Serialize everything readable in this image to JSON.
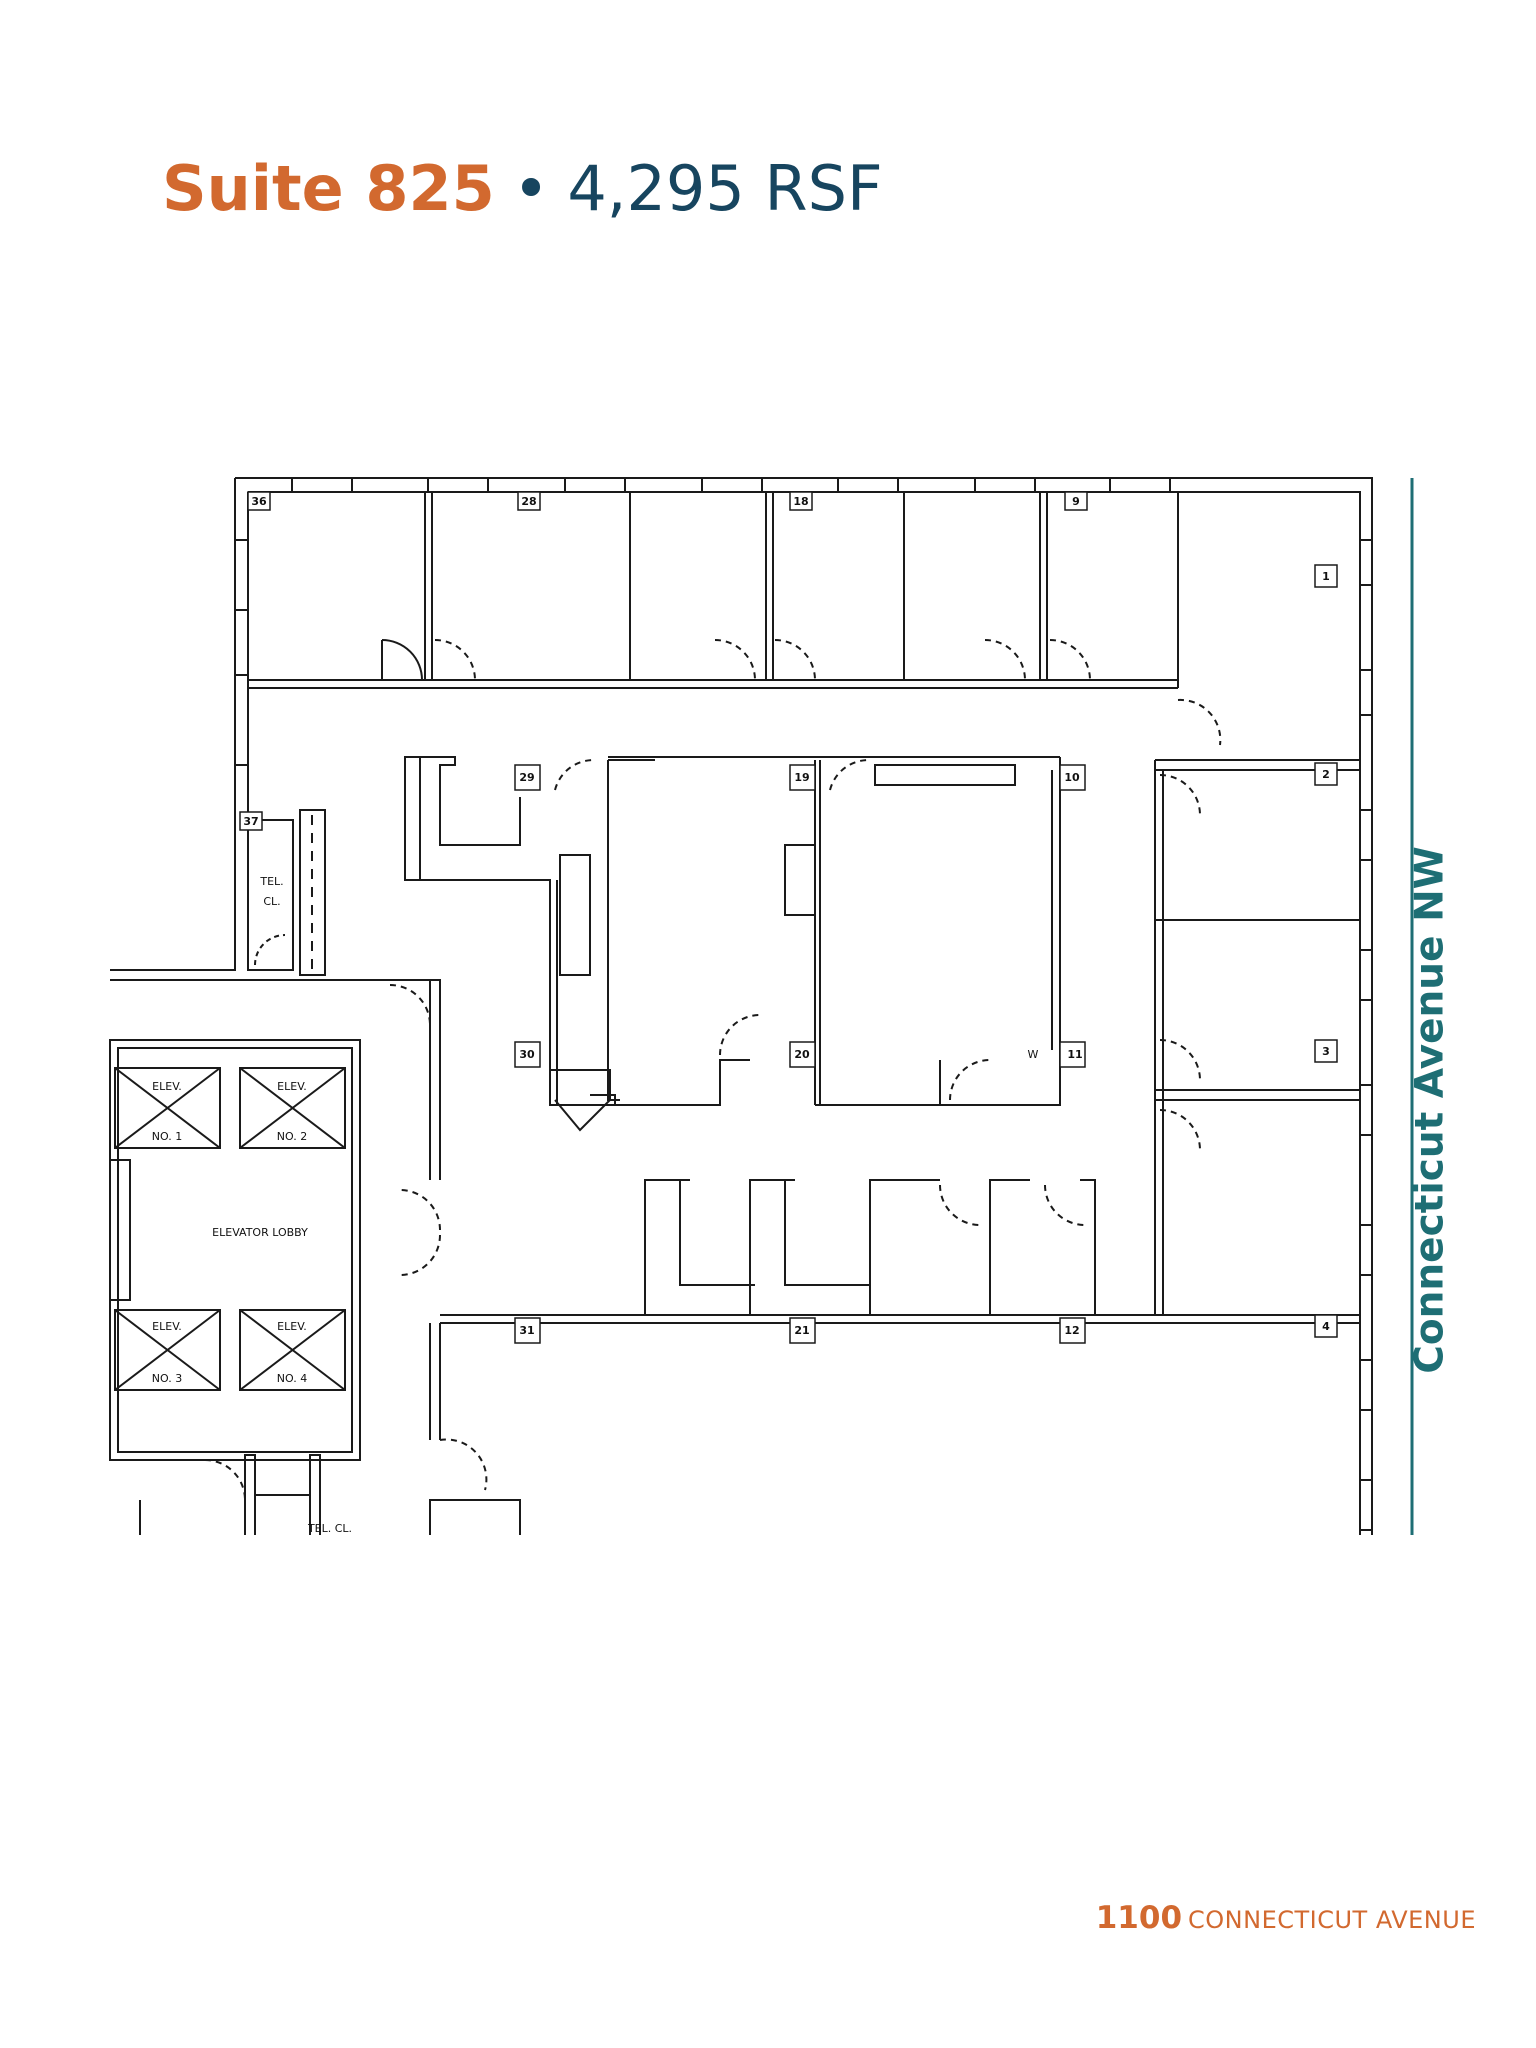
{
  "title": {
    "suite": "Suite 825",
    "separator": "•",
    "area": "4,295 RSF"
  },
  "street_label": "Connecticut Avenue NW",
  "footer": {
    "number": "1100",
    "name": "CONNECTICUT AVENUE"
  },
  "plan": {
    "column_labels": [
      "36",
      "28",
      "18",
      "9",
      "1",
      "2",
      "3",
      "4",
      "29",
      "19",
      "10",
      "30",
      "20",
      "11",
      "31",
      "21",
      "12",
      "37"
    ],
    "room_labels": {
      "elev1": "ELEV.",
      "elev1_no": "NO. 1",
      "elev2": "ELEV.",
      "elev2_no": "NO. 2",
      "elev3": "ELEV.",
      "elev3_no": "NO. 3",
      "elev4": "ELEV.",
      "elev4_no": "NO. 4",
      "lobby": "ELEVATOR LOBBY",
      "tel": "TEL.",
      "tel_cl": "CL.",
      "w": "W",
      "tel_bottom": "TEL. CL."
    }
  },
  "colors": {
    "suite_orange": "#d2692f",
    "navy": "#17455f",
    "teal": "#1e6e74",
    "line": "#1a1a1a"
  }
}
